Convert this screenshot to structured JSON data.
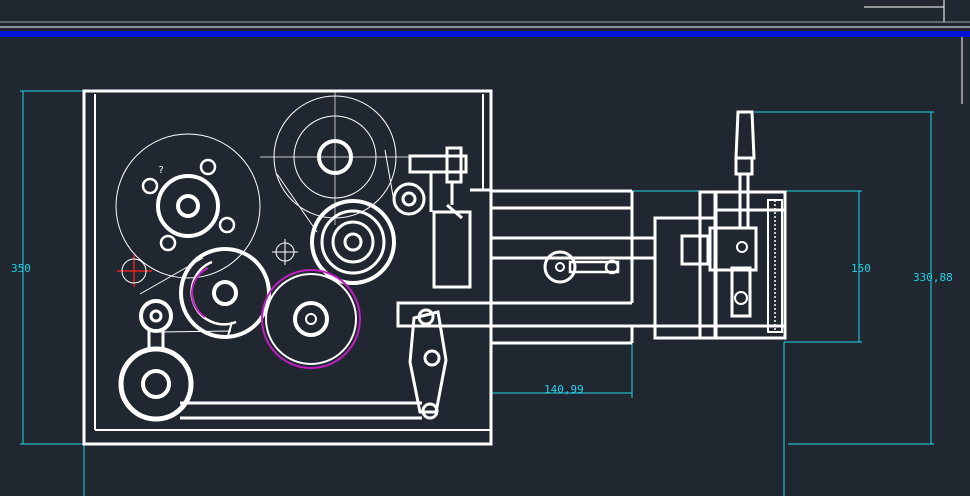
{
  "drawing": {
    "dimensions": {
      "height_left": "350",
      "slide_height": "150",
      "height_right": "330,88",
      "offset_width": "140,99"
    },
    "part_marker": "?"
  },
  "colors": {
    "background": "#212731",
    "linework": "#ffffff",
    "dimension": "#22d3e6",
    "header_band": "#0014d8",
    "highlight": "#c01ec0",
    "crosshair": "#e02020"
  }
}
